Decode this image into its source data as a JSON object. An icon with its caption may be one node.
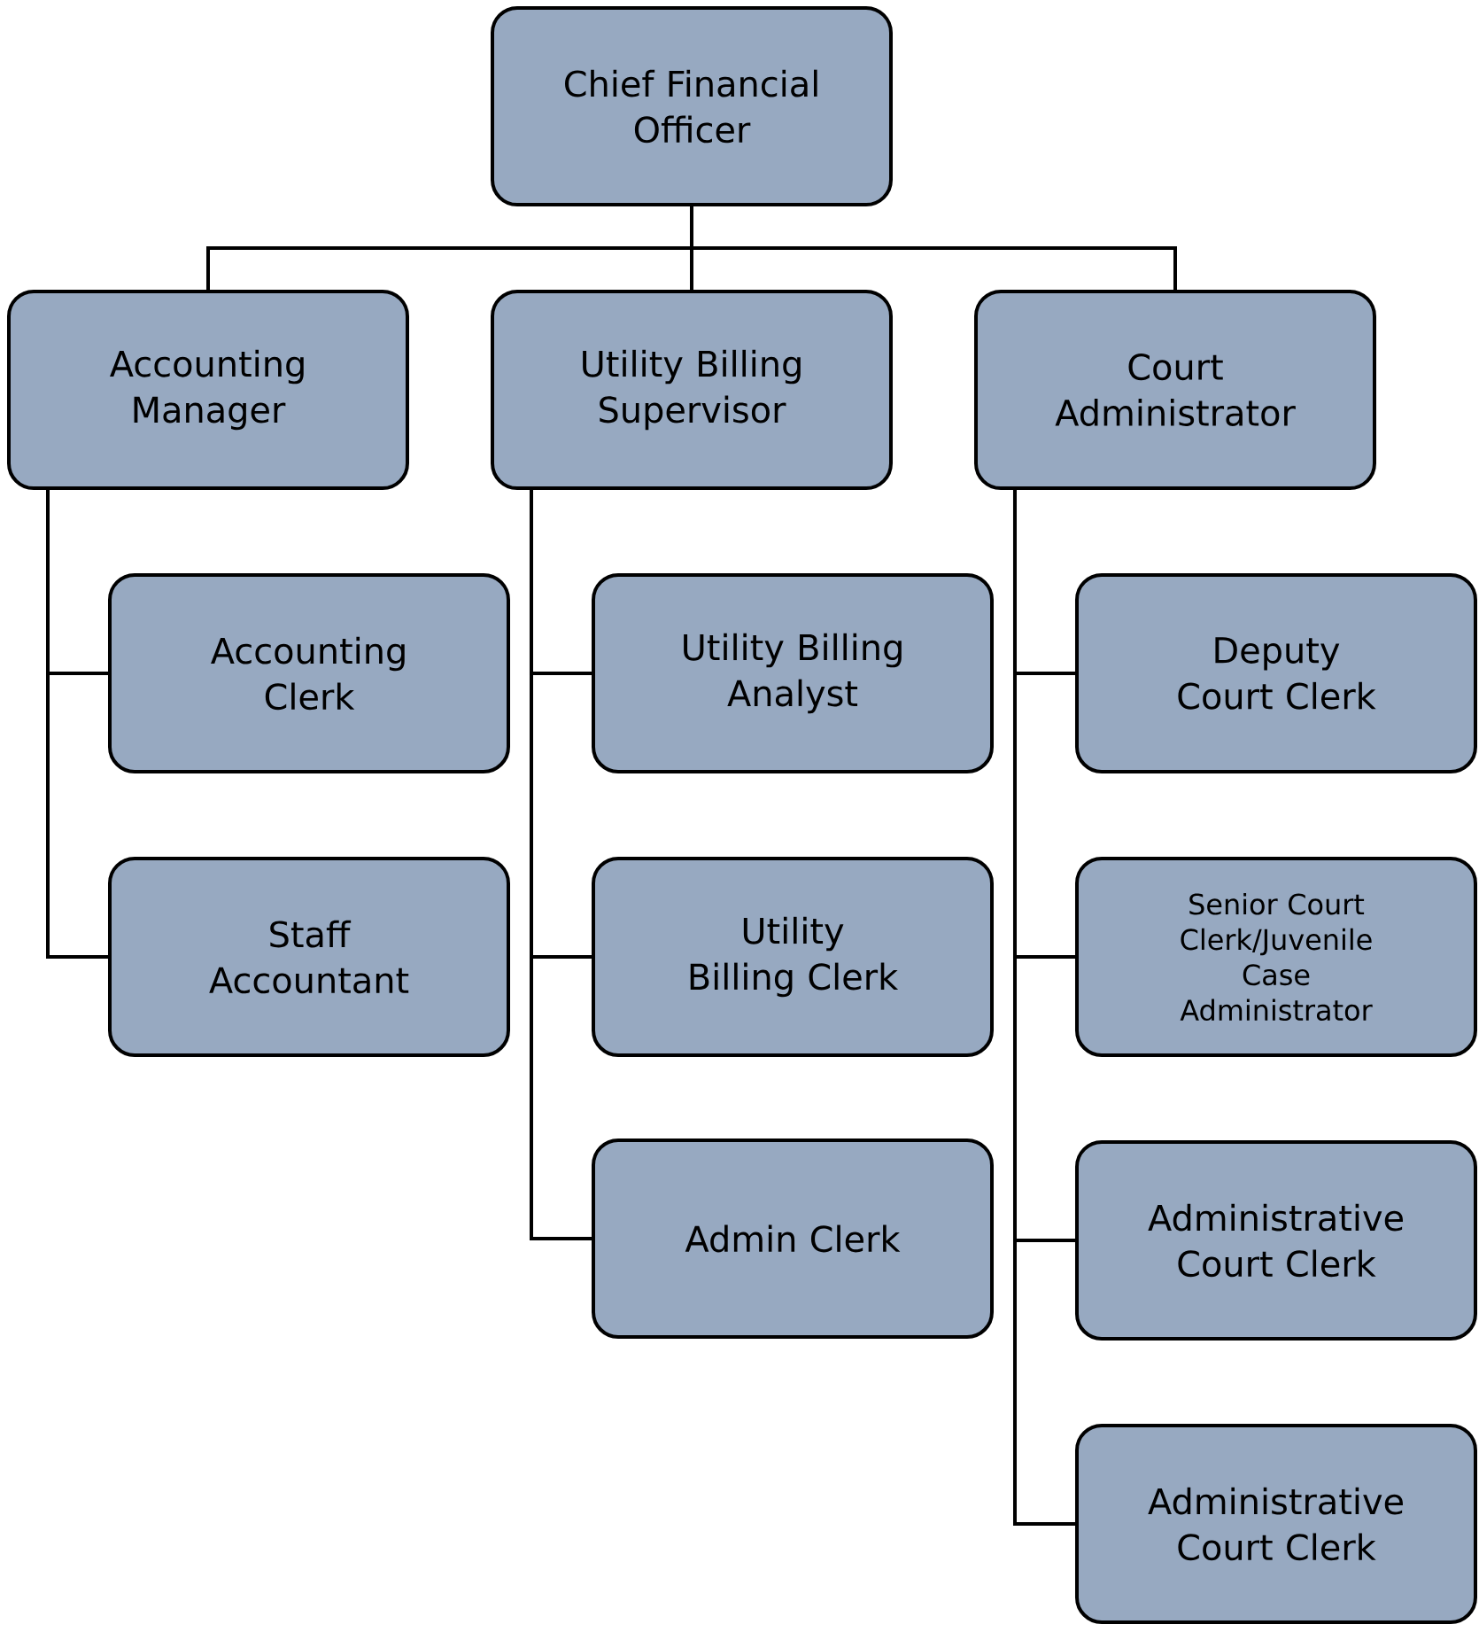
{
  "diagram": {
    "nodes": [
      {
        "text": [
          "Chief Financial Officer"
        ]
      },
      {
        "text": [
          "Accounting Manager"
        ]
      },
      {
        "text": [
          "Utility Billing Supervisor"
        ]
      },
      {
        "text": [
          "Court Administrator"
        ]
      },
      {
        "text": [
          "Accounting Clerk"
        ]
      },
      {
        "text": [
          "Staff Accountant"
        ]
      },
      {
        "text": [
          "Utility Billing Analyst"
        ]
      },
      {
        "text": [
          "Utility Billing Clerk"
        ]
      },
      {
        "text": [
          "Admin Clerk"
        ]
      },
      {
        "text": [
          "Deputy Court Clerk"
        ]
      },
      {
        "text": [
          "Senior Court Clerk/Juvenile Case Administrator"
        ]
      },
      {
        "text": [
          "Administrative Court Clerk"
        ]
      },
      {
        "text": [
          "Administrative Court Clerk"
        ]
      }
    ],
    "edges": [
      {
        "from": 0,
        "to": 1,
        "arrow": "none"
      },
      {
        "from": 0,
        "to": 2,
        "arrow": "none"
      },
      {
        "from": 0,
        "to": 3,
        "arrow": "none"
      },
      {
        "from": 1,
        "to": 4,
        "arrow": "none"
      },
      {
        "from": 1,
        "to": 5,
        "arrow": "none"
      },
      {
        "from": 2,
        "to": 6,
        "arrow": "none"
      },
      {
        "from": 2,
        "to": 7,
        "arrow": "none"
      },
      {
        "from": 2,
        "to": 8,
        "arrow": "none"
      },
      {
        "from": 3,
        "to": 9,
        "arrow": "none"
      },
      {
        "from": 3,
        "to": 10,
        "arrow": "none"
      },
      {
        "from": 3,
        "to": 11,
        "arrow": "none"
      },
      {
        "from": 3,
        "to": 12,
        "arrow": "none"
      }
    ]
  }
}
